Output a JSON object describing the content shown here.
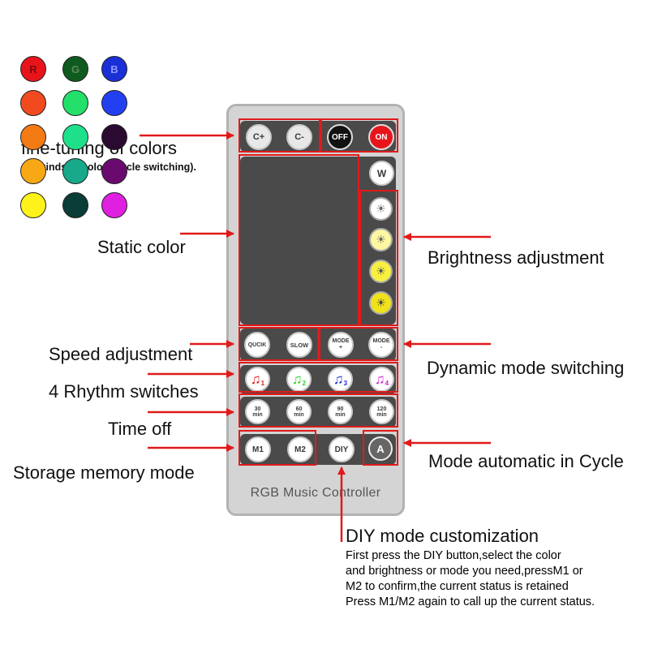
{
  "labels": {
    "fine_tuning": "fine-tuning of colors",
    "fine_tuning_sub": "(36 kinds of colors cycle switching).",
    "static_color": "Static color",
    "brightness": "Brightness adjustment",
    "speed": "Speed adjustment",
    "dynamic": "Dynamic mode switching",
    "rhythm": "4 Rhythm switches",
    "time_off": "Time off",
    "storage": "Storage memory mode",
    "auto_cycle": "Mode automatic in Cycle",
    "diy_title": "DIY mode customization",
    "diy_desc": [
      "First press the DIY button,select the color",
      "and brightness or mode you need,pressM1 or",
      "M2 to confirm,the current status is retained",
      "Press M1/M2 again to call up the current status."
    ]
  },
  "remote": {
    "brand": "RGB Music Controller",
    "row1": [
      "C+",
      "C-",
      "OFF",
      "ON"
    ],
    "rgb": [
      "R",
      "G",
      "B"
    ],
    "white": "W",
    "speed": [
      "QUCIK",
      "SLOW"
    ],
    "mode_plus": [
      "MODE",
      "+"
    ],
    "mode_minus": [
      "MODE",
      "-"
    ],
    "rhythm": [
      "1",
      "2",
      "3",
      "4"
    ],
    "timer": [
      {
        "n": "30",
        "u": "min"
      },
      {
        "n": "60",
        "u": "min"
      },
      {
        "n": "90",
        "u": "min"
      },
      {
        "n": "120",
        "u": "min"
      }
    ],
    "m1": "M1",
    "m2": "M2",
    "diy": "DIY",
    "auto": "A"
  },
  "colors": {
    "accent_red": "#e01a1a",
    "grid": [
      [
        "#e8141b",
        "#0f5a1e",
        "#1a2fd6"
      ],
      [
        "#f04a1e",
        "#22e06a",
        "#2340f0"
      ],
      [
        "#f47a14",
        "#1fe08a",
        "#2a0a30"
      ],
      [
        "#f8a814",
        "#17a98a",
        "#6a0a6e"
      ],
      [
        "#fff21a",
        "#0a3d38",
        "#e020e0"
      ]
    ],
    "rhythm": [
      "#e01a1a",
      "#2ad02a",
      "#1a2fd6",
      "#d020d0"
    ]
  }
}
